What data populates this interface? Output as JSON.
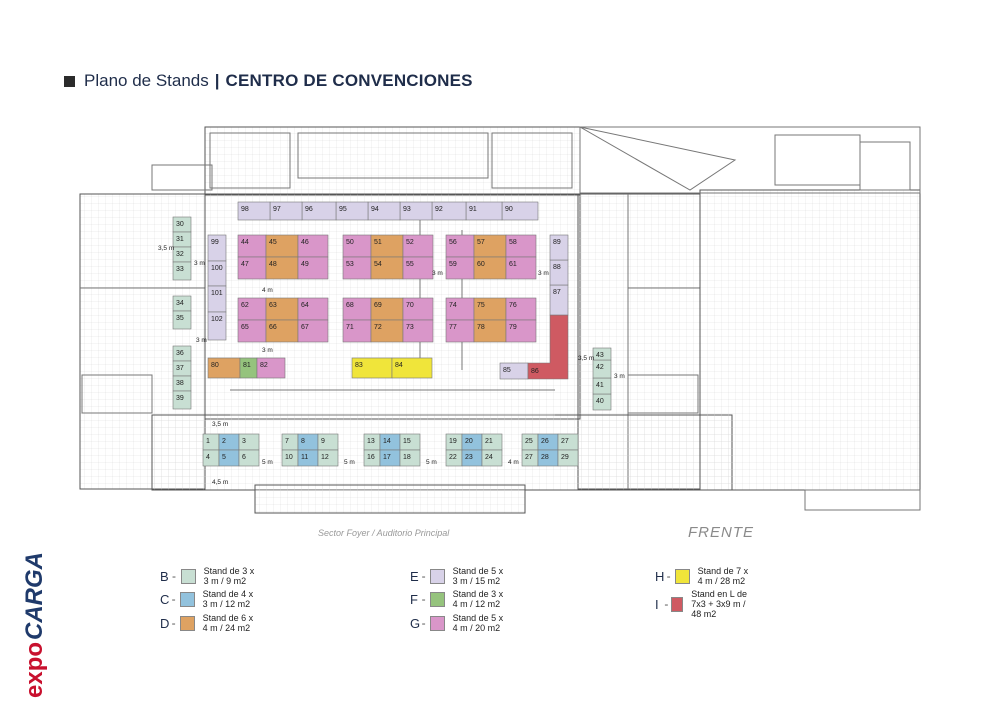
{
  "header": {
    "title_main": "Plano de Stands",
    "title_sep": "|",
    "title_sub": "CENTRO DE CONVENCIONES"
  },
  "captions": {
    "sector": "Sector Foyer / Auditorio Principal",
    "front": "FRENTE"
  },
  "logo": {
    "text_a": "expo",
    "text_b": "CARGA",
    "icon": "expocarga-logo"
  },
  "dimensions": [
    "3,5 m",
    "3 m",
    "4 m",
    "3 m",
    "3 m",
    "3 m",
    "3 m",
    "3,5 m",
    "3 m",
    "3,5 m",
    "5 m",
    "5 m",
    "5 m",
    "4 m",
    "4,5 m"
  ],
  "colors": {
    "B": "#c8dfd3",
    "C": "#92c2dd",
    "D": "#dea262",
    "E": "#d8d2e8",
    "F": "#95c37d",
    "G": "#d996c9",
    "H": "#f0e53a",
    "I": "#cf5a62"
  },
  "legend": [
    {
      "letter": "B",
      "text": "Stand de 3 x 3 m / 9 m2"
    },
    {
      "letter": "C",
      "text": "Stand de 4 x 3 m / 12 m2"
    },
    {
      "letter": "D",
      "text": "Stand de 6 x 4 m / 24 m2"
    },
    {
      "letter": "E",
      "text": "Stand de 5 x 3 m / 15 m2"
    },
    {
      "letter": "F",
      "text": "Stand de 3 x 4 m / 12 m2"
    },
    {
      "letter": "G",
      "text": "Stand de 5 x 4 m / 20 m2"
    },
    {
      "letter": "H",
      "text": "Stand de 7 x 4 m / 28 m2"
    },
    {
      "letter": "I",
      "text": "Stand en L de 7x3 + 3x9 m / 48 m2"
    }
  ],
  "stands": [
    {
      "n": "1",
      "t": "B"
    },
    {
      "n": "2",
      "t": "C"
    },
    {
      "n": "3",
      "t": "B"
    },
    {
      "n": "4",
      "t": "B"
    },
    {
      "n": "5",
      "t": "C"
    },
    {
      "n": "6",
      "t": "B"
    },
    {
      "n": "7",
      "t": "B"
    },
    {
      "n": "8",
      "t": "C"
    },
    {
      "n": "9",
      "t": "B"
    },
    {
      "n": "10",
      "t": "B"
    },
    {
      "n": "11",
      "t": "C"
    },
    {
      "n": "12",
      "t": "B"
    },
    {
      "n": "13",
      "t": "B"
    },
    {
      "n": "14",
      "t": "C"
    },
    {
      "n": "15",
      "t": "B"
    },
    {
      "n": "16",
      "t": "B"
    },
    {
      "n": "17",
      "t": "C"
    },
    {
      "n": "18",
      "t": "B"
    },
    {
      "n": "19",
      "t": "B"
    },
    {
      "n": "20",
      "t": "C"
    },
    {
      "n": "21",
      "t": "B"
    },
    {
      "n": "22",
      "t": "B"
    },
    {
      "n": "23",
      "t": "C"
    },
    {
      "n": "24",
      "t": "B"
    },
    {
      "n": "25",
      "t": "B"
    },
    {
      "n": "26",
      "t": "C"
    },
    {
      "n": "27",
      "t": "B"
    },
    {
      "n": "27",
      "t": "B"
    },
    {
      "n": "28",
      "t": "C"
    },
    {
      "n": "29",
      "t": "B"
    },
    {
      "n": "30",
      "t": "B"
    },
    {
      "n": "31",
      "t": "B"
    },
    {
      "n": "32",
      "t": "B"
    },
    {
      "n": "33",
      "t": "B"
    },
    {
      "n": "34",
      "t": "B"
    },
    {
      "n": "35",
      "t": "B"
    },
    {
      "n": "36",
      "t": "B"
    },
    {
      "n": "37",
      "t": "B"
    },
    {
      "n": "38",
      "t": "B"
    },
    {
      "n": "39",
      "t": "B"
    },
    {
      "n": "40",
      "t": "B"
    },
    {
      "n": "41",
      "t": "B"
    },
    {
      "n": "42",
      "t": "B"
    },
    {
      "n": "43",
      "t": "B"
    },
    {
      "n": "44",
      "t": "G"
    },
    {
      "n": "45",
      "t": "D"
    },
    {
      "n": "46",
      "t": "G"
    },
    {
      "n": "47",
      "t": "G"
    },
    {
      "n": "48",
      "t": "D"
    },
    {
      "n": "49",
      "t": "G"
    },
    {
      "n": "50",
      "t": "G"
    },
    {
      "n": "51",
      "t": "D"
    },
    {
      "n": "52",
      "t": "G"
    },
    {
      "n": "53",
      "t": "G"
    },
    {
      "n": "54",
      "t": "D"
    },
    {
      "n": "55",
      "t": "G"
    },
    {
      "n": "56",
      "t": "G"
    },
    {
      "n": "57",
      "t": "D"
    },
    {
      "n": "58",
      "t": "G"
    },
    {
      "n": "59",
      "t": "G"
    },
    {
      "n": "60",
      "t": "D"
    },
    {
      "n": "61",
      "t": "G"
    },
    {
      "n": "62",
      "t": "G"
    },
    {
      "n": "63",
      "t": "D"
    },
    {
      "n": "64",
      "t": "G"
    },
    {
      "n": "65",
      "t": "G"
    },
    {
      "n": "66",
      "t": "D"
    },
    {
      "n": "67",
      "t": "G"
    },
    {
      "n": "68",
      "t": "G"
    },
    {
      "n": "69",
      "t": "D"
    },
    {
      "n": "70",
      "t": "G"
    },
    {
      "n": "71",
      "t": "G"
    },
    {
      "n": "72",
      "t": "D"
    },
    {
      "n": "73",
      "t": "G"
    },
    {
      "n": "74",
      "t": "G"
    },
    {
      "n": "75",
      "t": "D"
    },
    {
      "n": "76",
      "t": "G"
    },
    {
      "n": "77",
      "t": "G"
    },
    {
      "n": "78",
      "t": "D"
    },
    {
      "n": "79",
      "t": "G"
    },
    {
      "n": "80",
      "t": "D"
    },
    {
      "n": "81",
      "t": "F"
    },
    {
      "n": "82",
      "t": "G"
    },
    {
      "n": "83",
      "t": "H"
    },
    {
      "n": "84",
      "t": "H"
    },
    {
      "n": "85",
      "t": "E"
    },
    {
      "n": "86",
      "t": "I"
    },
    {
      "n": "87",
      "t": "E"
    },
    {
      "n": "88",
      "t": "E"
    },
    {
      "n": "89",
      "t": "E"
    },
    {
      "n": "90",
      "t": "E"
    },
    {
      "n": "91",
      "t": "E"
    },
    {
      "n": "92",
      "t": "E"
    },
    {
      "n": "93",
      "t": "E"
    },
    {
      "n": "94",
      "t": "E"
    },
    {
      "n": "95",
      "t": "E"
    },
    {
      "n": "96",
      "t": "E"
    },
    {
      "n": "97",
      "t": "E"
    },
    {
      "n": "98",
      "t": "E"
    },
    {
      "n": "99",
      "t": "E"
    },
    {
      "n": "100",
      "t": "E"
    },
    {
      "n": "101",
      "t": "E"
    },
    {
      "n": "102",
      "t": "E"
    }
  ]
}
